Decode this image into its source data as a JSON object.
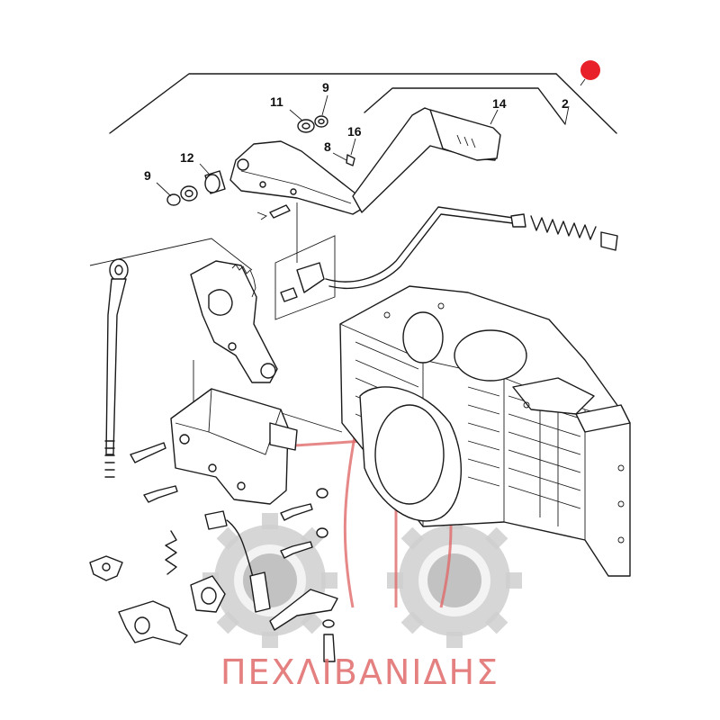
{
  "callouts": {
    "c2": "2",
    "c8": "8",
    "c9a": "9",
    "c9b": "9",
    "c11": "11",
    "c12": "12",
    "c14": "14",
    "c16": "16"
  },
  "watermark": {
    "brand_text": "ΠΕΧΛΙΒΑΝΙΔΗΣ",
    "color": "#e06a6a",
    "gear_color": "#cfcfcf"
  },
  "marker": {
    "color": "#e8202a",
    "icon": "red-dot-icon"
  }
}
